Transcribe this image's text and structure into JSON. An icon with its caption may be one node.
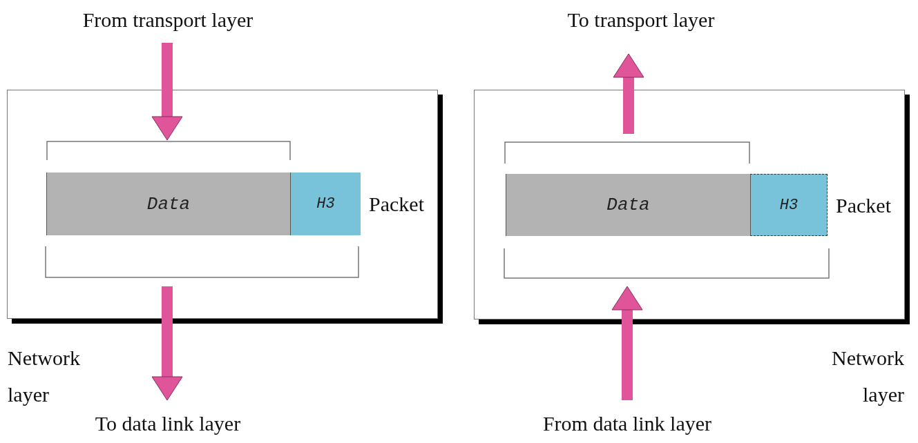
{
  "diagram": {
    "nodes": [
      {
        "text": [
          "Network layer"
        ]
      },
      {
        "text": [
          "From transport layer"
        ]
      },
      {
        "text": [
          "Packet"
        ],
        "in": 0
      },
      {
        "text": [
          "Data"
        ],
        "in": 2
      },
      {
        "text": [
          "H3"
        ],
        "in": 2
      },
      {
        "text": [
          "To data link layer"
        ]
      },
      {
        "text": [
          "Network layer"
        ]
      },
      {
        "text": [
          "To transport layer"
        ]
      },
      {
        "text": [
          "Packet"
        ],
        "in": 6
      },
      {
        "text": [
          "Data"
        ],
        "in": 8
      },
      {
        "text": [
          "H3"
        ],
        "in": 8
      },
      {
        "text": [
          "From data link layer"
        ]
      }
    ],
    "edges": [
      {
        "from": 1,
        "to": 3,
        "arrow": "to"
      },
      {
        "from": 2,
        "to": 5,
        "arrow": "to"
      },
      {
        "from": 9,
        "to": 7,
        "arrow": "to"
      },
      {
        "from": 11,
        "to": 8,
        "arrow": "to"
      }
    ]
  }
}
